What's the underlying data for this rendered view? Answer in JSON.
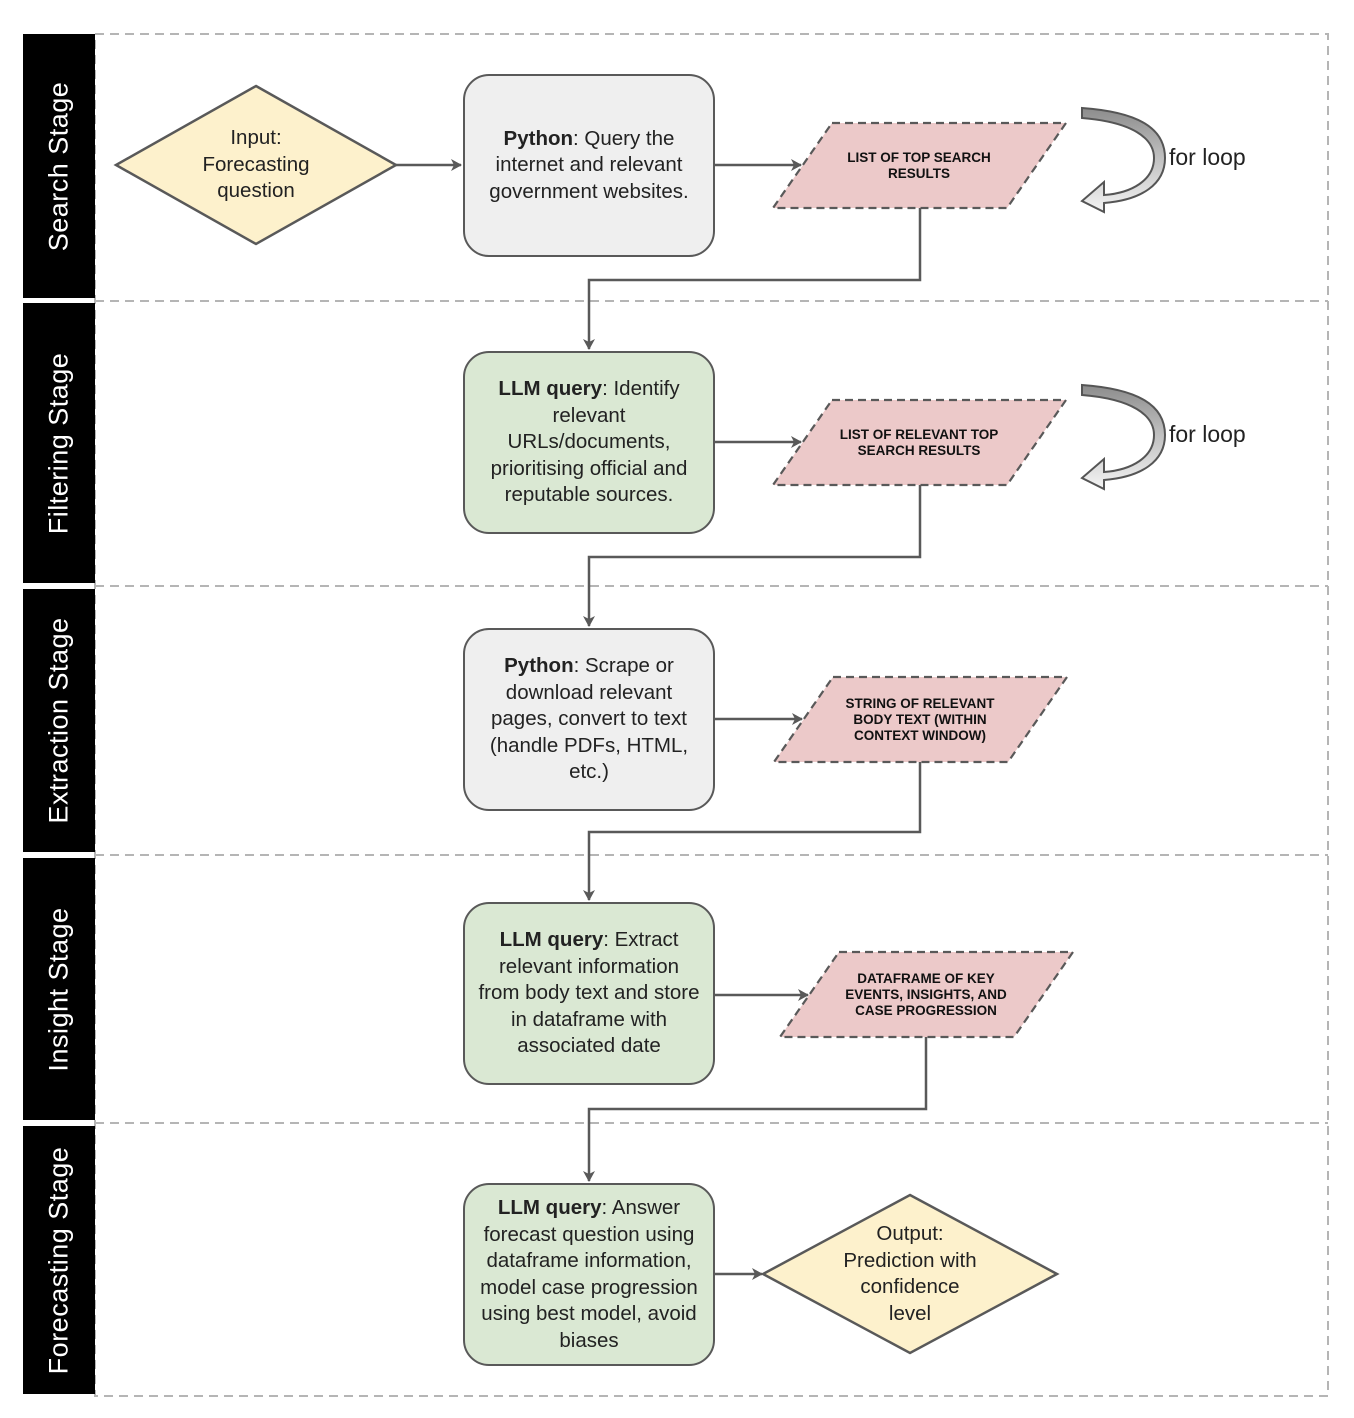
{
  "stages": [
    {
      "label": "Search Stage"
    },
    {
      "label": "Filtering Stage"
    },
    {
      "label": "Extraction Stage"
    },
    {
      "label": "Insight Stage"
    },
    {
      "label": "Forecasting Stage"
    }
  ],
  "input": {
    "text": "Input:\nForecasting\nquestion"
  },
  "process": [
    {
      "tool": "Python",
      "text": ": Query the internet and relevant government websites.",
      "color": "#efefef"
    },
    {
      "tool": "LLM query",
      "text": ": Identify relevant URLs/documents, prioritising official and reputable sources.",
      "color": "#dae8d3"
    },
    {
      "tool": "Python",
      "text": ": Scrape or download relevant pages, convert to text (handle PDFs, HTML, etc.)",
      "color": "#efefef"
    },
    {
      "tool": "LLM query",
      "text": ": Extract relevant information from body text and store in dataframe with associated date",
      "color": "#dae8d3"
    },
    {
      "tool": "LLM query",
      "text": ": Answer forecast question using dataframe information, model case progression using best model, avoid biases",
      "color": "#dae8d3"
    }
  ],
  "data_outputs": [
    {
      "text": "LIST OF TOP SEARCH RESULTS"
    },
    {
      "text": "LIST OF RELEVANT TOP SEARCH RESULTS"
    },
    {
      "text": "STRING OF RELEVANT BODY TEXT (WITHIN CONTEXT WINDOW)"
    },
    {
      "text": "DATAFRAME OF KEY EVENTS, INSIGHTS, AND CASE PROGRESSION"
    }
  ],
  "loops": [
    {
      "label": "for loop"
    },
    {
      "label": "for loop"
    }
  ],
  "output": {
    "text": "Output:\nPrediction with\nconfidence\nlevel"
  },
  "colors": {
    "stage_bar": "#000000",
    "process_grey": "#efefef",
    "process_green": "#dae8d3",
    "data_pink": "#ecc9c9",
    "terminal_yellow": "#fdf1cc",
    "line": "#595959"
  }
}
